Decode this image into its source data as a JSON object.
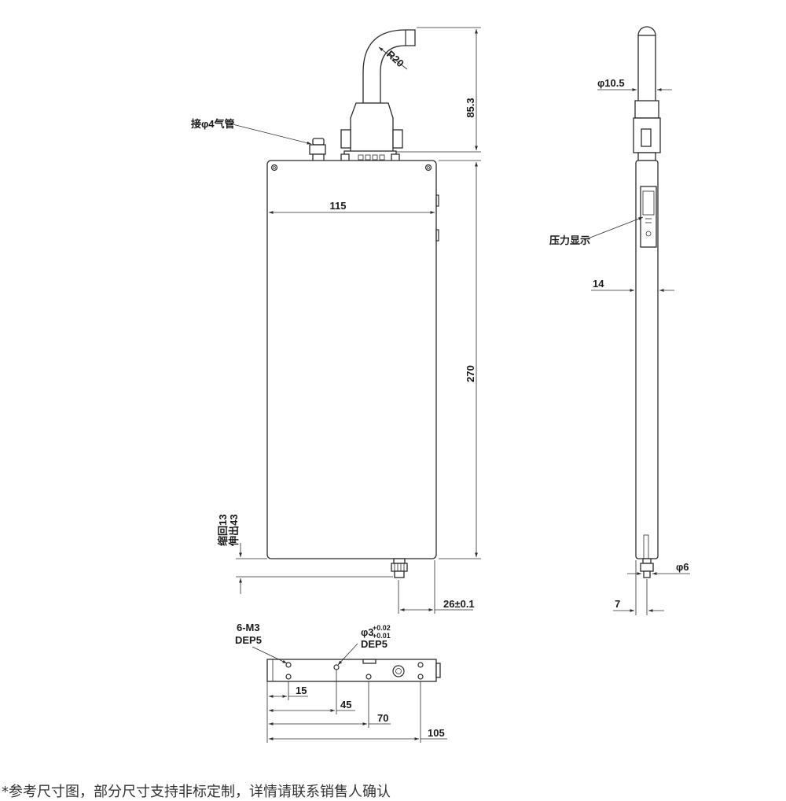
{
  "front_view": {
    "bend_radius": "R20",
    "height_upper": "85.3",
    "width": "115",
    "height_body": "270",
    "air_pipe_label": "接φ4气管",
    "stroke_label_1": "缩回13",
    "stroke_label_2": "伸出43",
    "offset": "26±0.1"
  },
  "side_view": {
    "pipe_dia": "φ10.5",
    "thickness": "14",
    "pressure_display": "压力显示",
    "rod_dia": "φ6",
    "rod_offset": "7"
  },
  "bottom_view": {
    "thread_label_1": "6-M3",
    "thread_label_2": "DEP5",
    "hole_dia": "φ3",
    "tol_upper": "+0.02",
    "tol_lower": "+0.01",
    "hole_depth": "DEP5",
    "dims": [
      "15",
      "45",
      "70",
      "105"
    ]
  },
  "footnote": "*参考尺寸图，部分尺寸支持非标定制，详情请联系销售人确认"
}
